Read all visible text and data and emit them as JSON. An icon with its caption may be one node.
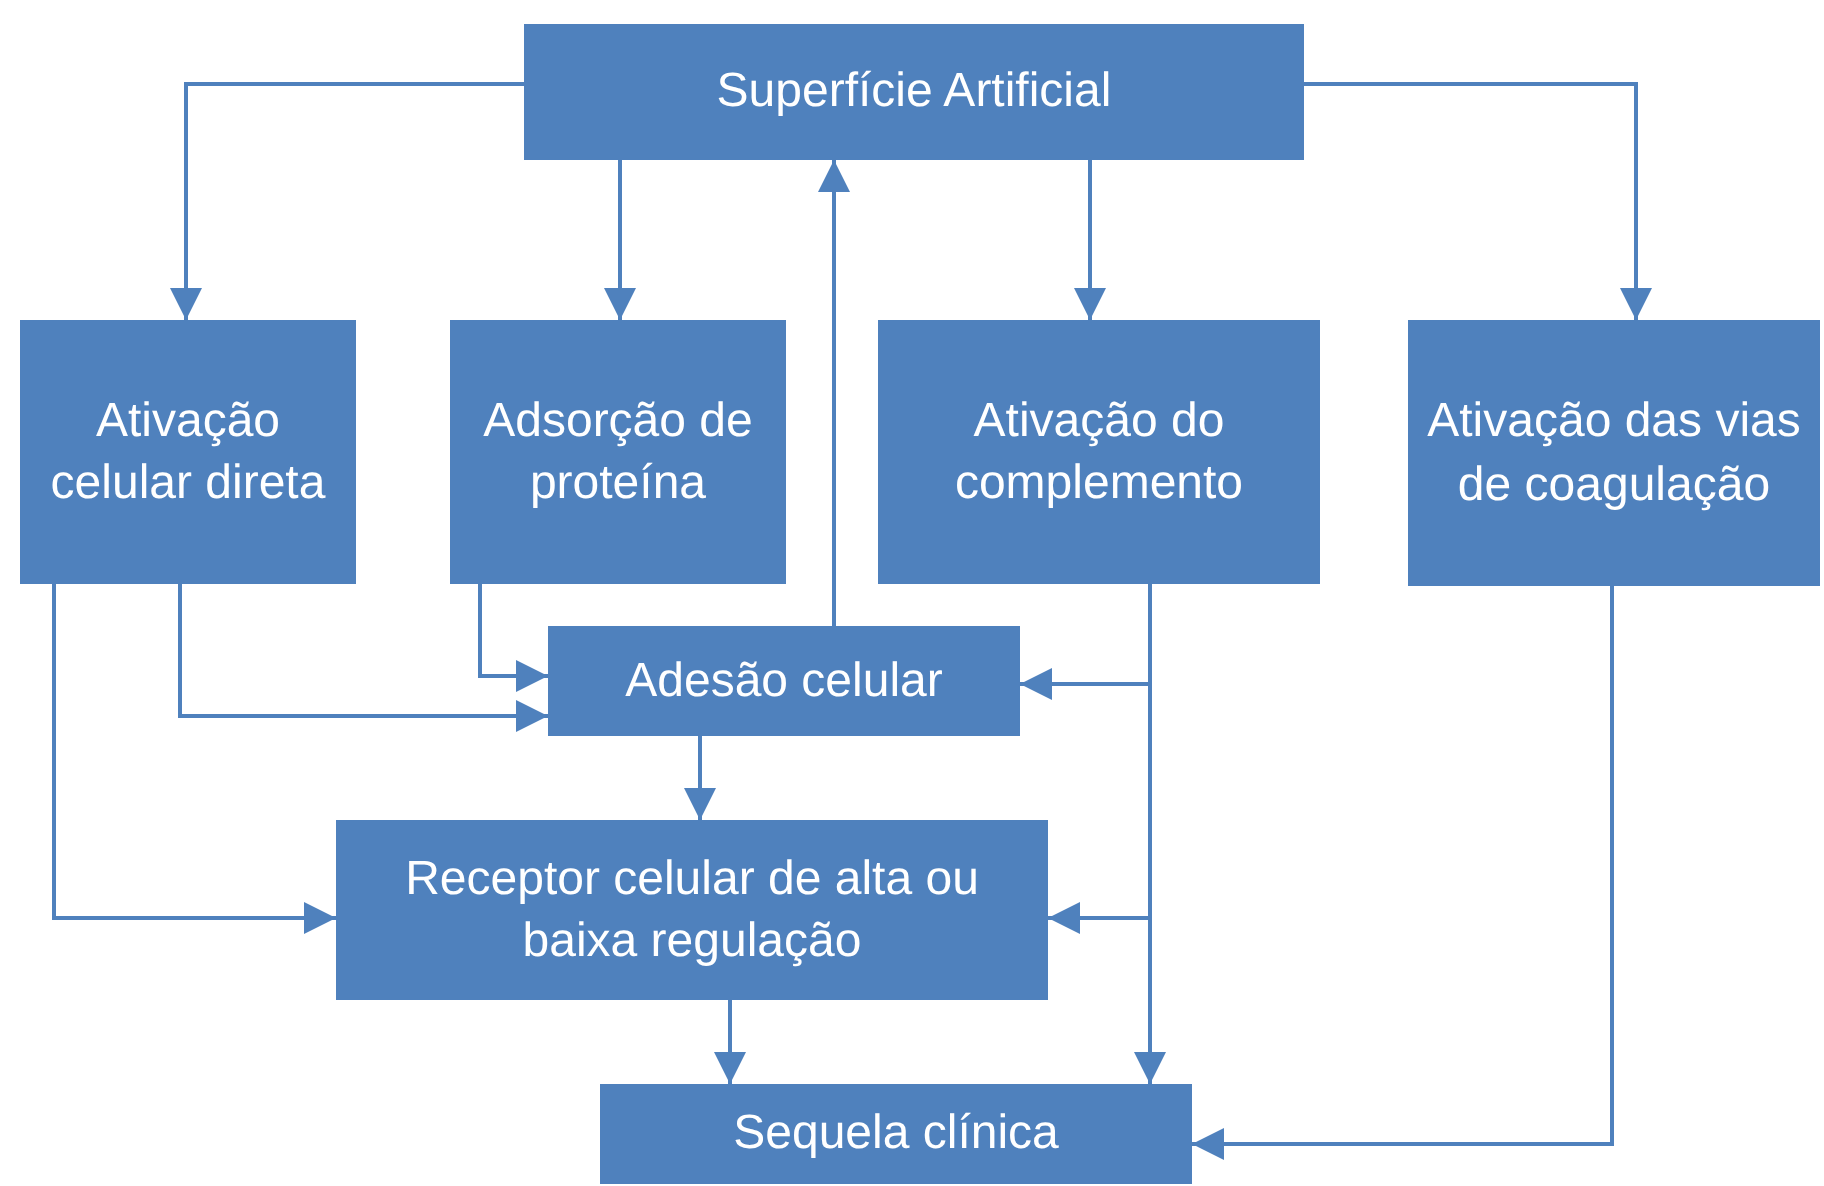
{
  "diagram": {
    "nodes": [
      {
        "text": [
          "Superfície Artificial"
        ]
      },
      {
        "text": [
          "Ativação celular direta"
        ]
      },
      {
        "text": [
          "Adsorção de proteína"
        ]
      },
      {
        "text": [
          "Ativação do complemento"
        ]
      },
      {
        "text": [
          "Ativação das vias de coagulação"
        ]
      },
      {
        "text": [
          "Adesão celular"
        ]
      },
      {
        "text": [
          "Receptor celular de alta ou baixa regulação"
        ]
      },
      {
        "text": [
          "Sequela clínica"
        ]
      }
    ],
    "edges": [
      {
        "from": 0,
        "to": 1,
        "arrow": "to"
      },
      {
        "from": 0,
        "to": 2,
        "arrow": "to"
      },
      {
        "from": 5,
        "to": 0,
        "arrow": "to"
      },
      {
        "from": 0,
        "to": 3,
        "arrow": "to"
      },
      {
        "from": 0,
        "to": 4,
        "arrow": "to"
      },
      {
        "from": 1,
        "to": 5,
        "arrow": "to"
      },
      {
        "from": 2,
        "to": 5,
        "arrow": "to"
      },
      {
        "from": 1,
        "to": 6,
        "arrow": "to"
      },
      {
        "from": 3,
        "to": 5,
        "arrow": "to"
      },
      {
        "from": 3,
        "to": 6,
        "arrow": "to"
      },
      {
        "from": 3,
        "to": 7,
        "arrow": "to"
      },
      {
        "from": 5,
        "to": 6,
        "arrow": "to"
      },
      {
        "from": 6,
        "to": 7,
        "arrow": "to"
      },
      {
        "from": 4,
        "to": 7,
        "arrow": "to"
      }
    ]
  }
}
